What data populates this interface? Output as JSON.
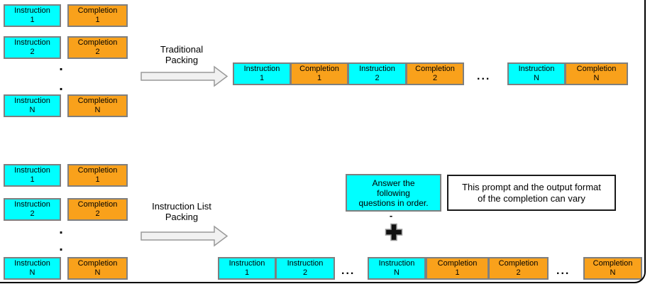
{
  "colors": {
    "instruction_fill": "#00FFFF",
    "completion_fill": "#F9A11B",
    "box_border": "#7f7f7f",
    "arrow_fill": "#F1F1F1",
    "arrow_border": "#999999",
    "note_border": "#1a1a1a"
  },
  "glyphs": {
    "ellipsis": "...",
    "dot": ".",
    "dash": "-"
  },
  "flows": {
    "traditional": {
      "arrow_label": "Traditional Packing",
      "input_pairs": [
        {
          "instruction": {
            "l1": "Instruction",
            "l2": "1"
          },
          "completion": {
            "l1": "Completion",
            "l2": "1"
          }
        },
        {
          "instruction": {
            "l1": "Instruction",
            "l2": "2"
          },
          "completion": {
            "l1": "Completion",
            "l2": "2"
          }
        },
        {
          "instruction": {
            "l1": "Instruction",
            "l2": "N"
          },
          "completion": {
            "l1": "Completion",
            "l2": "N"
          }
        }
      ],
      "packed_sequence": [
        {
          "type": "instruction",
          "l1": "Instruction",
          "l2": "1"
        },
        {
          "type": "completion",
          "l1": "Completion",
          "l2": "1"
        },
        {
          "type": "instruction",
          "l1": "Instruction",
          "l2": "2"
        },
        {
          "type": "completion",
          "l1": "Completion",
          "l2": "2"
        },
        {
          "type": "ellipsis",
          "text": "..."
        },
        {
          "type": "instruction",
          "l1": "Instruction",
          "l2": "N"
        },
        {
          "type": "completion",
          "l1": "Completion",
          "l2": "N"
        }
      ]
    },
    "instruction_list": {
      "arrow_label": "Instruction List Packing",
      "input_pairs": [
        {
          "instruction": {
            "l1": "Instruction",
            "l2": "1"
          },
          "completion": {
            "l1": "Completion",
            "l2": "1"
          }
        },
        {
          "instruction": {
            "l1": "Instruction",
            "l2": "2"
          },
          "completion": {
            "l1": "Completion",
            "l2": "2"
          }
        },
        {
          "instruction": {
            "l1": "Instruction",
            "l2": "N"
          },
          "completion": {
            "l1": "Completion",
            "l2": "N"
          }
        }
      ],
      "prompt_box": {
        "text": "Answer the following questions in order.",
        "lines": [
          "Answer the",
          "following",
          "questions in order."
        ]
      },
      "note_box": {
        "text": "This prompt and the output format of the completion can vary",
        "lines": [
          "This prompt and the output format",
          "of the completion can vary"
        ]
      },
      "packed_sequence": [
        {
          "type": "instruction",
          "l1": "Instruction",
          "l2": "1"
        },
        {
          "type": "instruction",
          "l1": "Instruction",
          "l2": "2"
        },
        {
          "type": "ellipsis",
          "text": "..."
        },
        {
          "type": "instruction",
          "l1": "Instruction",
          "l2": "N"
        },
        {
          "type": "completion",
          "l1": "Completion",
          "l2": "1"
        },
        {
          "type": "completion",
          "l1": "Completion",
          "l2": "2"
        },
        {
          "type": "ellipsis",
          "text": "..."
        },
        {
          "type": "completion",
          "l1": "Completion",
          "l2": "N"
        }
      ]
    }
  }
}
